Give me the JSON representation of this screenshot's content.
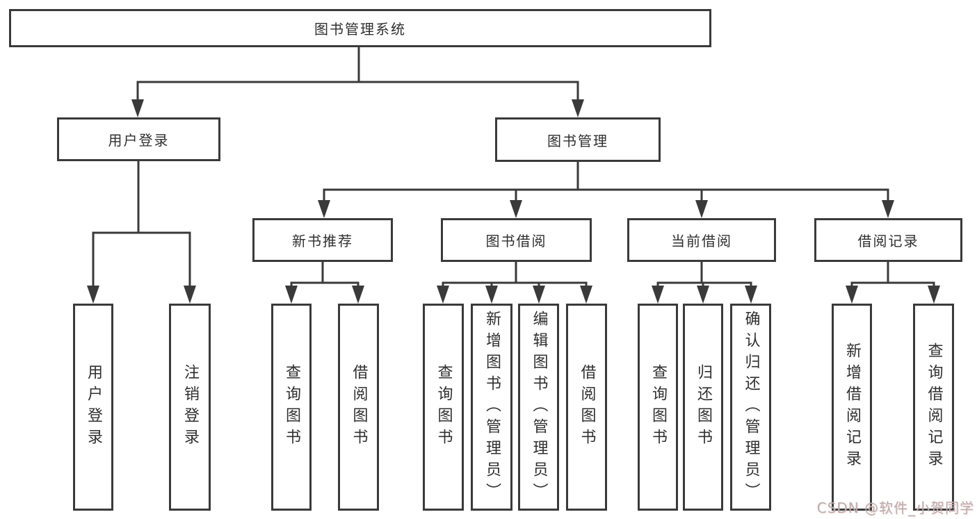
{
  "title": "图书管理系统",
  "level2": {
    "login": "用户登录",
    "mgmt": "图书管理"
  },
  "level3": {
    "newbook": "新书推荐",
    "borrow": "图书借阅",
    "current": "当前借阅",
    "records": "借阅记录"
  },
  "leaves": {
    "login": [
      "用户登录",
      "注销登录"
    ],
    "newbook": [
      "查询图书",
      "借阅图书"
    ],
    "borrow": [
      "查询图书",
      "新增图书（管理员）",
      "编辑图书（管理员）",
      "借阅图书"
    ],
    "current": [
      "查询图书",
      "归还图书",
      "确认归还（管理员）"
    ],
    "records": [
      "新增借阅记录",
      "查询借阅记录"
    ]
  },
  "watermark": "CSDN @软件_小贺同学",
  "colors": {
    "line": "#3a3a3a",
    "text": "#2f2f2f",
    "watermark": "#b9b0b0"
  }
}
